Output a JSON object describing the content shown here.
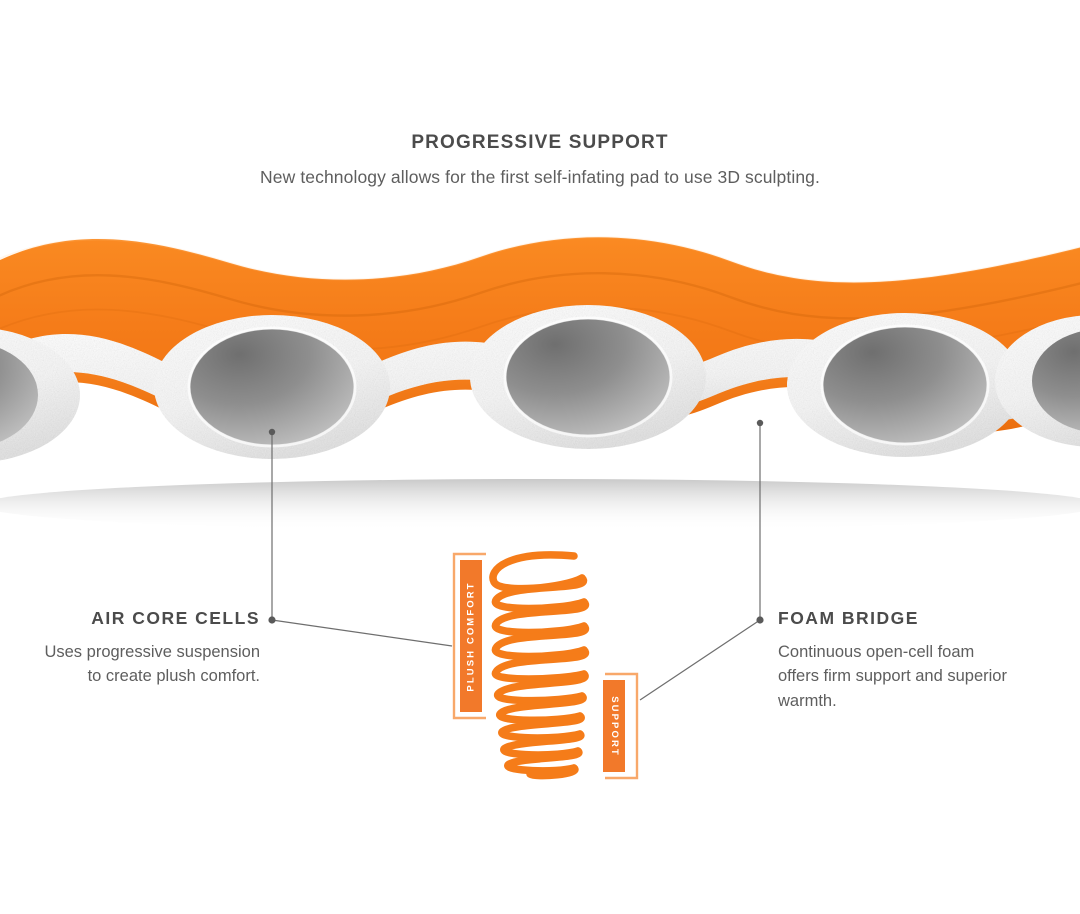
{
  "header": {
    "title": "PROGRESSIVE SUPPORT",
    "subtitle": "New technology allows for the first self-infating pad to use 3D sculpting."
  },
  "callouts": {
    "left": {
      "title": "AIR CORE CELLS",
      "body": "Uses progressive suspension to create plush comfort."
    },
    "right": {
      "title": "FOAM BRIDGE",
      "body": "Continuous open-cell foam offers firm support and superior warmth."
    }
  },
  "zone_badges": {
    "plush": "PLUSH COMFORT",
    "support": "SUPPORT"
  },
  "colors": {
    "orange": "#F57C19",
    "orange_badge": "#F2792A",
    "orange_bracket": "#F8A86A",
    "text_dark": "#4B4B4B",
    "text_body": "#5E5E5E",
    "foam_white": "#FBFBFB",
    "cell_gray": "#9A9A9A",
    "connector": "#6E6E6E",
    "background": "#FFFFFF"
  },
  "illustration": {
    "product": "self-inflating-sleeping-pad-cutaway",
    "top_layer": "orange-sculpted-surface",
    "foam_layer": "white-open-cell-foam",
    "air_cell_count": 3,
    "spring": "orange-progressive-coil-spring"
  }
}
